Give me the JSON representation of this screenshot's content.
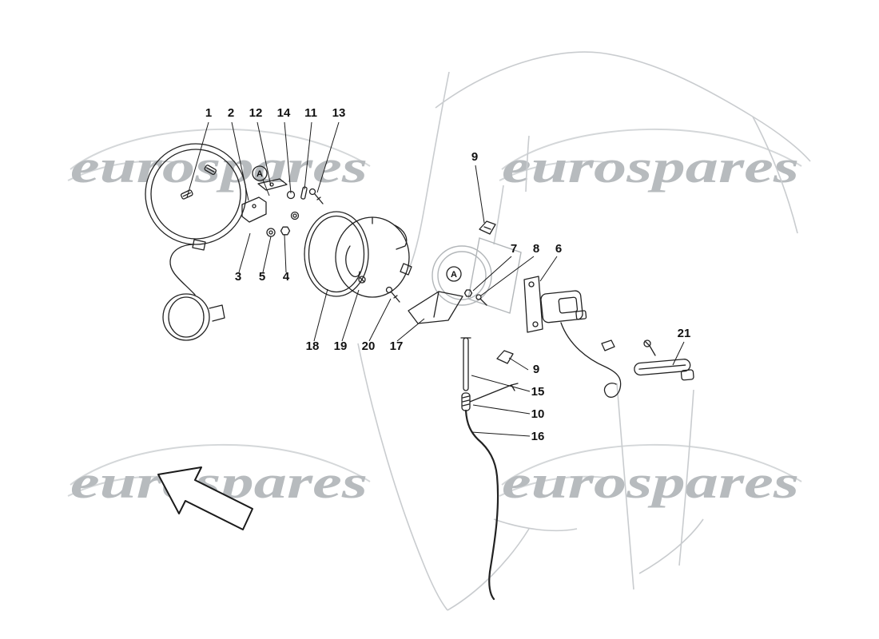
{
  "watermark": {
    "text": "eurospares"
  },
  "diagram": {
    "markers": [
      {
        "label": "A"
      },
      {
        "label": "A"
      }
    ],
    "callouts": [
      {
        "label": "1"
      },
      {
        "label": "2"
      },
      {
        "label": "12"
      },
      {
        "label": "14"
      },
      {
        "label": "11"
      },
      {
        "label": "13"
      },
      {
        "label": "9"
      },
      {
        "label": "7"
      },
      {
        "label": "8"
      },
      {
        "label": "6"
      },
      {
        "label": "3"
      },
      {
        "label": "5"
      },
      {
        "label": "4"
      },
      {
        "label": "18"
      },
      {
        "label": "19"
      },
      {
        "label": "20"
      },
      {
        "label": "17"
      },
      {
        "label": "9"
      },
      {
        "label": "15"
      },
      {
        "label": "10"
      },
      {
        "label": "16"
      },
      {
        "label": "21"
      }
    ]
  },
  "colors": {
    "line": "#222222",
    "ghost": "#d4d7d9",
    "car_outline": "#c9cccf",
    "watermark": "#b7bbbe"
  }
}
